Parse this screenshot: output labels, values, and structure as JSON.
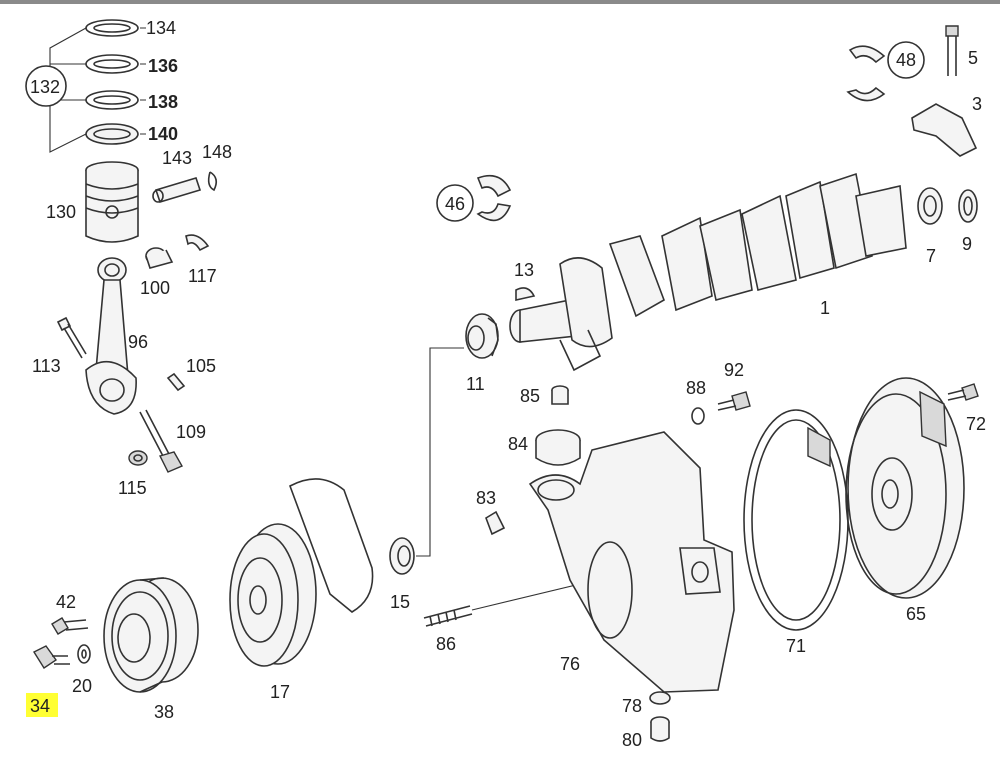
{
  "diagram": {
    "callouts": [
      {
        "id": "134",
        "text": "134"
      },
      {
        "id": "136",
        "text": "136"
      },
      {
        "id": "138",
        "text": "138"
      },
      {
        "id": "140",
        "text": "140"
      },
      {
        "id": "132",
        "text": "132"
      },
      {
        "id": "143",
        "text": "143"
      },
      {
        "id": "148",
        "text": "148"
      },
      {
        "id": "130",
        "text": "130"
      },
      {
        "id": "100",
        "text": "100"
      },
      {
        "id": "117",
        "text": "117"
      },
      {
        "id": "113",
        "text": "113"
      },
      {
        "id": "96",
        "text": "96"
      },
      {
        "id": "105",
        "text": "105"
      },
      {
        "id": "109",
        "text": "109"
      },
      {
        "id": "115",
        "text": "115"
      },
      {
        "id": "42",
        "text": "42"
      },
      {
        "id": "20",
        "text": "20"
      },
      {
        "id": "34",
        "text": "34",
        "highlighted": true
      },
      {
        "id": "38",
        "text": "38"
      },
      {
        "id": "17",
        "text": "17"
      },
      {
        "id": "15",
        "text": "15"
      },
      {
        "id": "86",
        "text": "86"
      },
      {
        "id": "76",
        "text": "76"
      },
      {
        "id": "78",
        "text": "78"
      },
      {
        "id": "80",
        "text": "80"
      },
      {
        "id": "83",
        "text": "83"
      },
      {
        "id": "84",
        "text": "84"
      },
      {
        "id": "85",
        "text": "85"
      },
      {
        "id": "11",
        "text": "11"
      },
      {
        "id": "13",
        "text": "13"
      },
      {
        "id": "46",
        "text": "46"
      },
      {
        "id": "1",
        "text": "1"
      },
      {
        "id": "7",
        "text": "7"
      },
      {
        "id": "9",
        "text": "9"
      },
      {
        "id": "48",
        "text": "48"
      },
      {
        "id": "5",
        "text": "5"
      },
      {
        "id": "3",
        "text": "3"
      },
      {
        "id": "88",
        "text": "88"
      },
      {
        "id": "92",
        "text": "92"
      },
      {
        "id": "71",
        "text": "71"
      },
      {
        "id": "72",
        "text": "72"
      },
      {
        "id": "65",
        "text": "65"
      }
    ],
    "highlight_color": "#ffff33",
    "line_color": "#333333"
  }
}
